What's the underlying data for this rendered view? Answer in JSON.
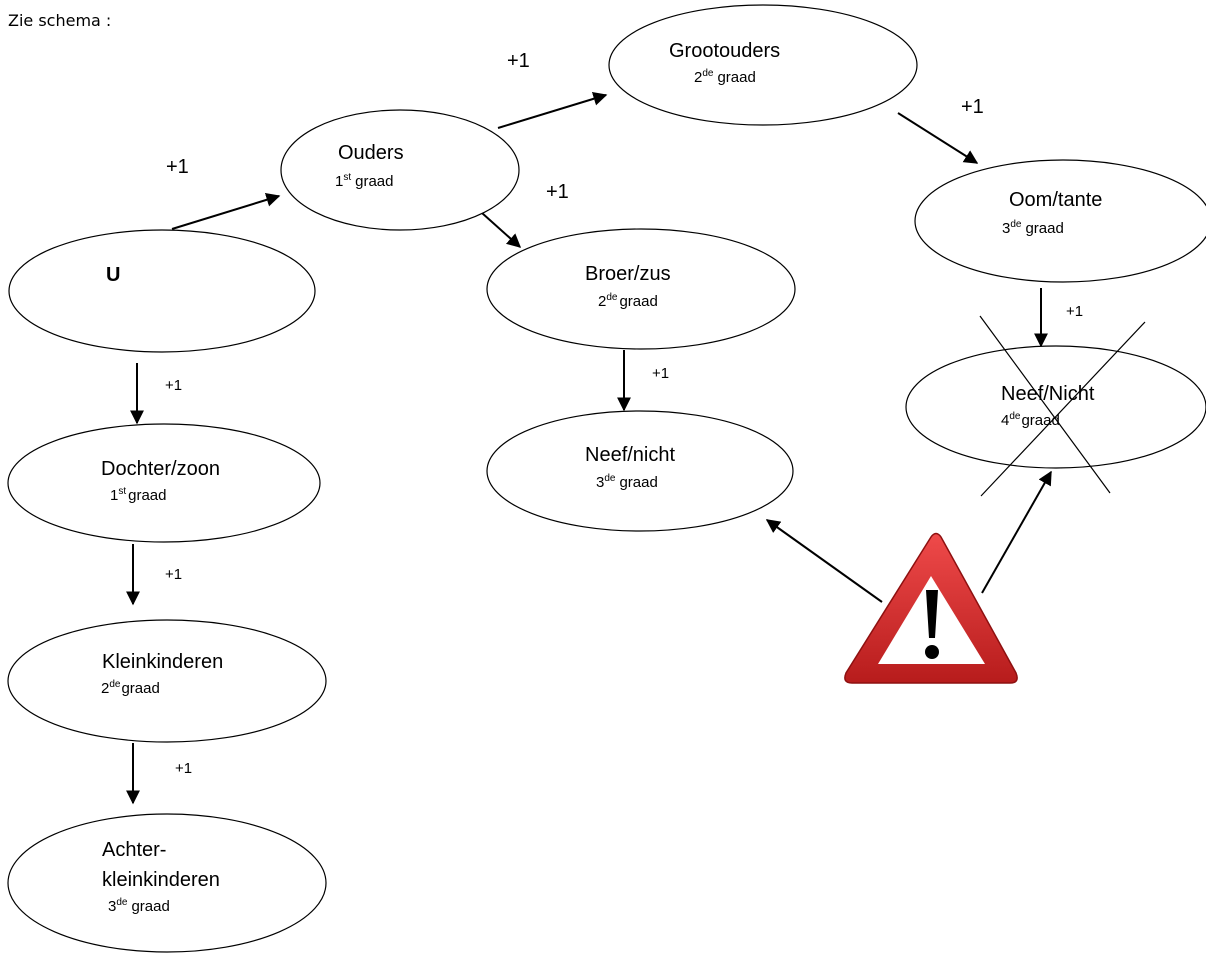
{
  "intro": "Zie schema :",
  "nodes": {
    "u": {
      "title": "U"
    },
    "ouders": {
      "title": "Ouders",
      "deg": "1",
      "sup": "st",
      "suffix": "graad"
    },
    "grootouders": {
      "title": "Grootouders",
      "deg": "2",
      "sup": "de",
      "suffix": "graad"
    },
    "oomtante": {
      "title": "Oom/tante",
      "deg": "3",
      "sup": "de",
      "suffix": "graad"
    },
    "broerzus": {
      "title": "Broer/zus",
      "deg": "2",
      "sup": "de",
      "suffix": "graad"
    },
    "neefnicht3": {
      "title": "Neef/nicht",
      "deg": "3",
      "sup": "de",
      "suffix": "graad"
    },
    "neefnicht4": {
      "title": "Neef/Nicht",
      "deg": "4",
      "sup": "de",
      "suffix": "graad"
    },
    "dochterzoon": {
      "title": "Dochter/zoon",
      "deg": "1",
      "sup": "st",
      "suffix": "graad"
    },
    "kleinkinderen": {
      "title": "Kleinkinderen",
      "deg": "2",
      "sup": "de",
      "suffix": "graad"
    },
    "achterkleinkinderen": {
      "title_line1": "Achter-",
      "title_line2": "kleinkinderen",
      "deg": "3",
      "sup": "de",
      "suffix": "graad"
    }
  },
  "edge_label": "+1",
  "warning_icon": "warning-triangle-icon",
  "colors": {
    "warning_red": "#d42a2a",
    "warning_white": "#ffffff"
  }
}
